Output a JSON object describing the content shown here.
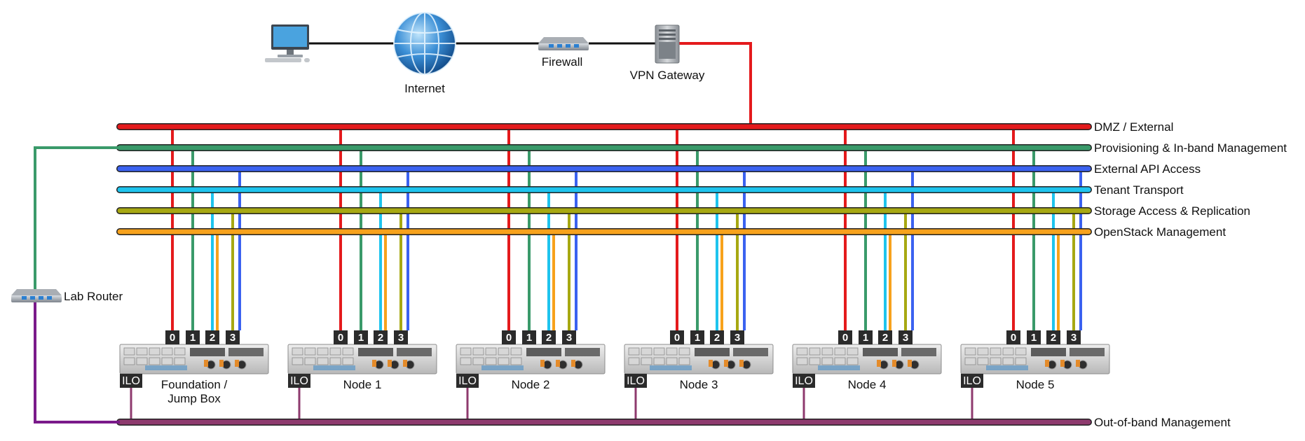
{
  "title": "",
  "top": {
    "internet_label": "Internet",
    "firewall_label": "Firewall",
    "vpn_label": "VPN Gateway",
    "router_label": "Lab Router"
  },
  "networks": [
    {
      "name": "DMZ / External",
      "color": "#e41a1c"
    },
    {
      "name": "Provisioning & In-band Management",
      "color": "#3a9a6a"
    },
    {
      "name": "External API Access",
      "color": "#3b62f0"
    },
    {
      "name": "Tenant Transport",
      "color": "#1ec4ee"
    },
    {
      "name": "Storage Access & Replication",
      "color": "#a7a812"
    },
    {
      "name": "OpenStack Management",
      "color": "#f7a21c"
    }
  ],
  "oob": {
    "name": "Out-of-band Management",
    "color": "#8e3a6e"
  },
  "link_colors": {
    "internet": "#111111",
    "vpn": "#e41a1c",
    "router_uplink": "#3a9a6a",
    "router_oob": "#7a1a8a"
  },
  "ports": [
    "0",
    "1",
    "2",
    "3"
  ],
  "ilo_label": "ILO",
  "nodes": [
    {
      "name": "Foundation /",
      "name2": "Jump Box"
    },
    {
      "name": "Node 1",
      "name2": ""
    },
    {
      "name": "Node 2",
      "name2": ""
    },
    {
      "name": "Node 3",
      "name2": ""
    },
    {
      "name": "Node 4",
      "name2": ""
    },
    {
      "name": "Node 5",
      "name2": ""
    }
  ]
}
